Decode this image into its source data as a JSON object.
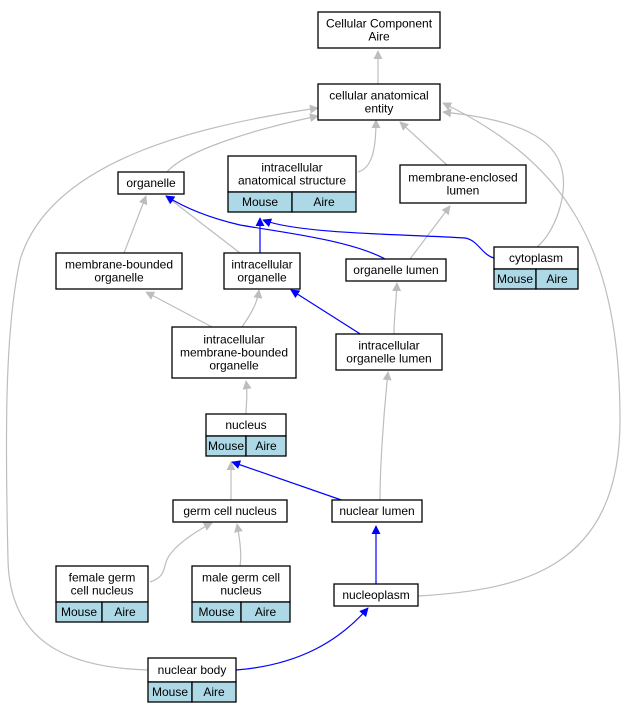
{
  "colors": {
    "is_a_edge": "#bdbdbd",
    "part_of_edge": "#0000ff",
    "annotation_fill": "#add8e6",
    "node_border": "#000000"
  },
  "nodes": {
    "root": {
      "lines": [
        "Cellular Component",
        "Aire"
      ]
    },
    "cellular_anatomical_entity": {
      "lines": [
        "cellular anatomical",
        "entity"
      ]
    },
    "organelle": {
      "lines": [
        "organelle"
      ]
    },
    "intracellular_anatomical_structure": {
      "lines": [
        "intracellular",
        "anatomical structure"
      ],
      "tags": [
        "Mouse",
        "Aire"
      ]
    },
    "membrane_enclosed_lumen": {
      "lines": [
        "membrane-enclosed",
        "lumen"
      ]
    },
    "membrane_bounded_organelle": {
      "lines": [
        "membrane-bounded",
        "organelle"
      ]
    },
    "intracellular_organelle": {
      "lines": [
        "intracellular",
        "organelle"
      ]
    },
    "organelle_lumen": {
      "lines": [
        "organelle lumen"
      ]
    },
    "cytoplasm": {
      "lines": [
        "cytoplasm"
      ],
      "tags": [
        "Mouse",
        "Aire"
      ]
    },
    "intracellular_membrane_bounded_organelle": {
      "lines": [
        "intracellular",
        "membrane-bounded",
        "organelle"
      ]
    },
    "intracellular_organelle_lumen": {
      "lines": [
        "intracellular",
        "organelle lumen"
      ]
    },
    "nucleus": {
      "lines": [
        "nucleus"
      ],
      "tags": [
        "Mouse",
        "Aire"
      ]
    },
    "germ_cell_nucleus": {
      "lines": [
        "germ cell nucleus"
      ]
    },
    "nuclear_lumen": {
      "lines": [
        "nuclear lumen"
      ]
    },
    "female_germ_cell_nucleus": {
      "lines": [
        "female germ",
        "cell nucleus"
      ],
      "tags": [
        "Mouse",
        "Aire"
      ]
    },
    "male_germ_cell_nucleus": {
      "lines": [
        "male germ cell",
        "nucleus"
      ],
      "tags": [
        "Mouse",
        "Aire"
      ]
    },
    "nucleoplasm": {
      "lines": [
        "nucleoplasm"
      ]
    },
    "nuclear_body": {
      "lines": [
        "nuclear body"
      ],
      "tags": [
        "Mouse",
        "Aire"
      ]
    }
  },
  "edges": [
    {
      "from": "cellular_anatomical_entity",
      "to": "root",
      "type": "is_a"
    },
    {
      "from": "organelle",
      "to": "cellular_anatomical_entity",
      "type": "is_a"
    },
    {
      "from": "intracellular_anatomical_structure",
      "to": "cellular_anatomical_entity",
      "type": "is_a"
    },
    {
      "from": "membrane_enclosed_lumen",
      "to": "cellular_anatomical_entity",
      "type": "is_a"
    },
    {
      "from": "cytoplasm",
      "to": "cellular_anatomical_entity",
      "type": "is_a"
    },
    {
      "from": "nucleoplasm",
      "to": "cellular_anatomical_entity",
      "type": "is_a"
    },
    {
      "from": "nuclear_body",
      "to": "cellular_anatomical_entity",
      "type": "is_a"
    },
    {
      "from": "membrane_bounded_organelle",
      "to": "organelle",
      "type": "is_a"
    },
    {
      "from": "intracellular_organelle",
      "to": "organelle",
      "type": "is_a"
    },
    {
      "from": "intracellular_organelle",
      "to": "intracellular_anatomical_structure",
      "type": "part_of"
    },
    {
      "from": "organelle_lumen",
      "to": "organelle",
      "type": "part_of"
    },
    {
      "from": "organelle_lumen",
      "to": "membrane_enclosed_lumen",
      "type": "is_a"
    },
    {
      "from": "cytoplasm",
      "to": "intracellular_anatomical_structure",
      "type": "part_of"
    },
    {
      "from": "intracellular_membrane_bounded_organelle",
      "to": "membrane_bounded_organelle",
      "type": "is_a"
    },
    {
      "from": "intracellular_membrane_bounded_organelle",
      "to": "intracellular_organelle",
      "type": "is_a"
    },
    {
      "from": "intracellular_organelle_lumen",
      "to": "intracellular_organelle",
      "type": "part_of"
    },
    {
      "from": "intracellular_organelle_lumen",
      "to": "organelle_lumen",
      "type": "is_a"
    },
    {
      "from": "nucleus",
      "to": "intracellular_membrane_bounded_organelle",
      "type": "is_a"
    },
    {
      "from": "germ_cell_nucleus",
      "to": "nucleus",
      "type": "is_a"
    },
    {
      "from": "nuclear_lumen",
      "to": "nucleus",
      "type": "part_of"
    },
    {
      "from": "nuclear_lumen",
      "to": "intracellular_organelle_lumen",
      "type": "is_a"
    },
    {
      "from": "female_germ_cell_nucleus",
      "to": "germ_cell_nucleus",
      "type": "is_a"
    },
    {
      "from": "male_germ_cell_nucleus",
      "to": "germ_cell_nucleus",
      "type": "is_a"
    },
    {
      "from": "nucleoplasm",
      "to": "nuclear_lumen",
      "type": "part_of"
    },
    {
      "from": "nuclear_body",
      "to": "nucleoplasm",
      "type": "part_of"
    }
  ]
}
